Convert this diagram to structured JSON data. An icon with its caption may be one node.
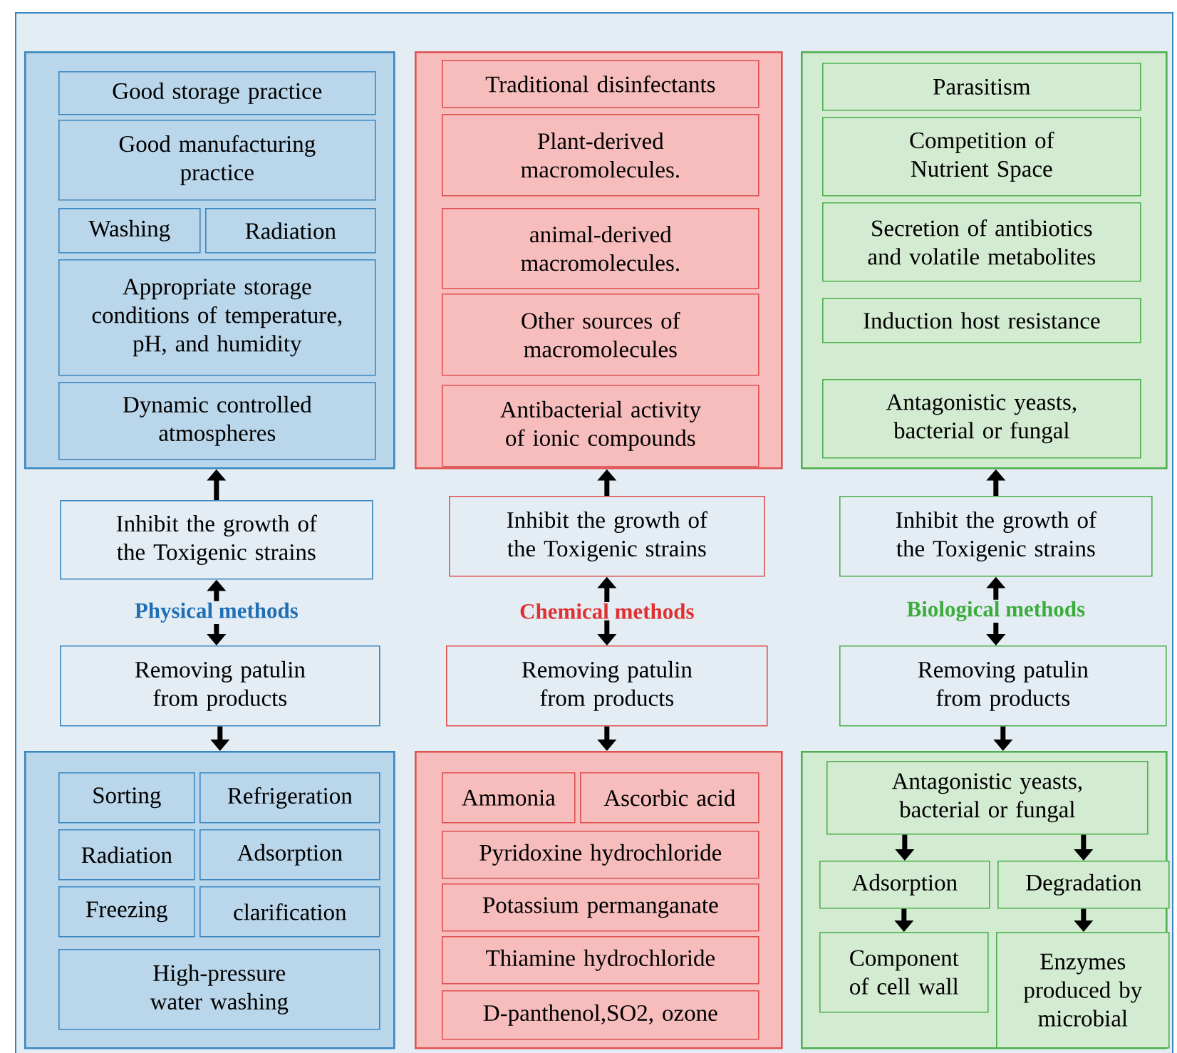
{
  "diagram": {
    "nodes": [
      {
        "text": [],
        "shape": "box"
      },
      {
        "text": [
          "Good storage practice"
        ],
        "in": 0
      },
      {
        "text": [
          "Good manufacturing practice"
        ],
        "in": 0
      },
      {
        "text": [
          "Washing"
        ],
        "in": 0
      },
      {
        "text": [
          "Radiation"
        ],
        "in": 0
      },
      {
        "text": [
          "Appropriate storage conditions of temperature, pH, and humidity"
        ],
        "in": 0
      },
      {
        "text": [
          "Dynamic controlled atmospheres"
        ],
        "in": 0
      },
      {
        "text": [
          "Inhibit the growth of the Toxigenic strains"
        ]
      },
      {
        "text": [
          "Removing patulin from products"
        ]
      },
      {
        "text": [],
        "shape": "box"
      },
      {
        "text": [
          "Sorting"
        ],
        "in": 9
      },
      {
        "text": [
          "Refrigeration"
        ],
        "in": 9
      },
      {
        "text": [
          "Radiation"
        ],
        "in": 9
      },
      {
        "text": [
          "Adsorption"
        ],
        "in": 9
      },
      {
        "text": [
          "Freezing"
        ],
        "in": 9
      },
      {
        "text": [
          "clarification"
        ],
        "in": 9
      },
      {
        "text": [
          "High-pressure water washing"
        ],
        "in": 9
      },
      {
        "text": [],
        "shape": "box"
      },
      {
        "text": [
          "Traditional disinfectants"
        ],
        "in": 17
      },
      {
        "text": [
          "Plant-derived macromolecules."
        ],
        "in": 17
      },
      {
        "text": [
          "animal-derived macromolecules."
        ],
        "in": 17
      },
      {
        "text": [
          "Other sources of macromolecules"
        ],
        "in": 17
      },
      {
        "text": [
          "Antibacterial activity of ionic compounds"
        ],
        "in": 17
      },
      {
        "text": [
          "Inhibit the growth of the Toxigenic strains"
        ]
      },
      {
        "text": [
          "Removing patulin from products"
        ]
      },
      {
        "text": [],
        "shape": "box"
      },
      {
        "text": [
          "Ammonia"
        ],
        "in": 25
      },
      {
        "text": [
          "Ascorbic acid"
        ],
        "in": 25
      },
      {
        "text": [
          "Pyridoxine hydrochloride"
        ],
        "in": 25
      },
      {
        "text": [
          "Potassium permanganate"
        ],
        "in": 25
      },
      {
        "text": [
          "Thiamine hydrochloride"
        ],
        "in": 25
      },
      {
        "text": [
          "D-panthenol,SO2, ozone"
        ],
        "in": 25
      },
      {
        "text": [],
        "shape": "box"
      },
      {
        "text": [
          "Parasitism"
        ],
        "in": 32
      },
      {
        "text": [
          "Competition of Nutrient Space"
        ],
        "in": 32
      },
      {
        "text": [
          "Secretion of antibiotics and volatile metabolites"
        ],
        "in": 32
      },
      {
        "text": [
          "Induction host resistance"
        ],
        "in": 32
      },
      {
        "text": [
          "Antagonistic yeasts, bacterial or fungal"
        ],
        "in": 32
      },
      {
        "text": [
          "Inhibit the growth of the Toxigenic strains"
        ]
      },
      {
        "text": [
          "Removing patulin from products"
        ]
      },
      {
        "text": [],
        "shape": "box"
      },
      {
        "text": [
          "Antagonistic yeasts, bacterial or fungal"
        ],
        "in": 40
      },
      {
        "text": [
          "Adsorption"
        ],
        "in": 40
      },
      {
        "text": [
          "Degradation"
        ],
        "in": 40
      },
      {
        "text": [
          "Component of cell wall"
        ],
        "in": 40
      },
      {
        "text": [
          "Enzymes produced by microbial"
        ],
        "in": 40
      }
    ],
    "edges": [
      {
        "from": 7,
        "to": 0,
        "arrow": "to"
      },
      {
        "from": 7,
        "to": 8,
        "arrow": "both",
        "label": "Physical methods"
      },
      {
        "from": 8,
        "to": 9,
        "arrow": "to"
      },
      {
        "from": 23,
        "to": 17,
        "arrow": "to"
      },
      {
        "from": 23,
        "to": 24,
        "arrow": "both",
        "label": "Chemical methods"
      },
      {
        "from": 24,
        "to": 25,
        "arrow": "to"
      },
      {
        "from": 38,
        "to": 32,
        "arrow": "to"
      },
      {
        "from": 38,
        "to": 39,
        "arrow": "both",
        "label": "Biological methods"
      },
      {
        "from": 39,
        "to": 40,
        "arrow": "to"
      },
      {
        "from": 41,
        "to": 42,
        "arrow": "to"
      },
      {
        "from": 41,
        "to": 43,
        "arrow": "to"
      },
      {
        "from": 42,
        "to": 44,
        "arrow": "to"
      },
      {
        "from": 43,
        "to": 45,
        "arrow": "to"
      }
    ]
  }
}
